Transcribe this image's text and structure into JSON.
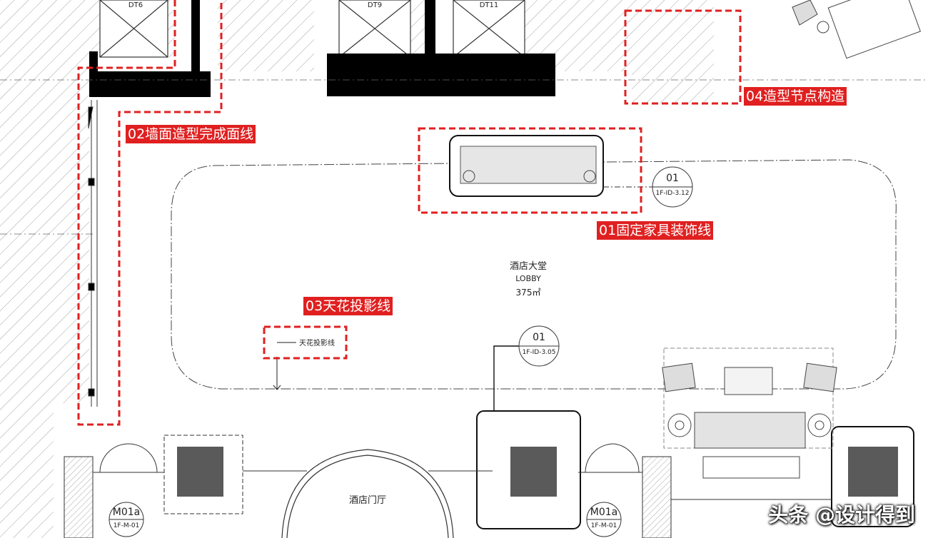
{
  "labels": {
    "label_01": "01固定家具装饰线",
    "label_02": "02墙面造型完成面线",
    "label_03": "03天花投影线",
    "label_04": "04造型节点构造"
  },
  "room": {
    "name_cn": "酒店大堂",
    "name_en": "LOBBY",
    "area": "375㎡"
  },
  "vestibule": {
    "name": "酒店门厅"
  },
  "ceiling_note": "天花投影线",
  "detail_tags": {
    "tag_a": {
      "num": "01",
      "ref": "1F-ID-3.12"
    },
    "tag_b": {
      "num": "01",
      "ref": "1F-ID-3.05"
    }
  },
  "door_tags": {
    "door_a": {
      "num": "M01a",
      "ref": "1F-M-01"
    },
    "door_b": {
      "num": "M01a",
      "ref": "1F-M-01"
    }
  },
  "elevator_tags": {
    "e1": "DT6",
    "e2": "DT9",
    "e3": "DT11"
  },
  "watermark": "头条 @设计得到",
  "colors": {
    "highlight": "#e02020",
    "wall": "#000000",
    "column": "#5a5a5a"
  }
}
